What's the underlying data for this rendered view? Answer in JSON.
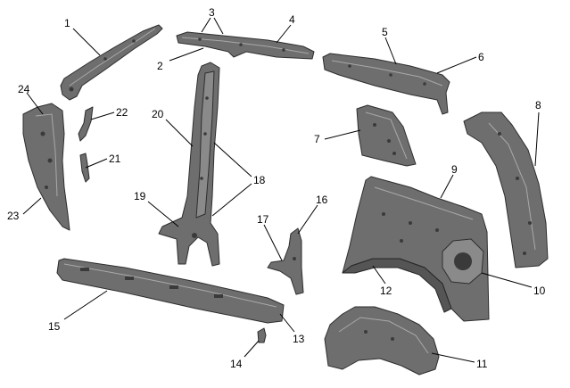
{
  "callouts": [
    {
      "id": "1",
      "label": "1"
    },
    {
      "id": "2",
      "label": "2"
    },
    {
      "id": "3",
      "label": "3"
    },
    {
      "id": "4",
      "label": "4"
    },
    {
      "id": "5",
      "label": "5"
    },
    {
      "id": "6",
      "label": "6"
    },
    {
      "id": "7",
      "label": "7"
    },
    {
      "id": "8",
      "label": "8"
    },
    {
      "id": "9",
      "label": "9"
    },
    {
      "id": "10",
      "label": "10"
    },
    {
      "id": "11",
      "label": "11"
    },
    {
      "id": "12",
      "label": "12"
    },
    {
      "id": "13",
      "label": "13"
    },
    {
      "id": "14",
      "label": "14"
    },
    {
      "id": "15",
      "label": "15"
    },
    {
      "id": "16",
      "label": "16"
    },
    {
      "id": "17",
      "label": "17"
    },
    {
      "id": "18",
      "label": "18"
    },
    {
      "id": "19",
      "label": "19"
    },
    {
      "id": "20",
      "label": "20"
    },
    {
      "id": "21",
      "label": "21"
    },
    {
      "id": "22",
      "label": "22"
    },
    {
      "id": "23",
      "label": "23"
    },
    {
      "id": "24",
      "label": "24"
    }
  ],
  "colors": {
    "part": "#6e6e6e",
    "part_light": "#8a8a8a",
    "part_dark": "#555555",
    "outline": "#2e2e2e",
    "leader": "#000000",
    "background": "#ffffff"
  }
}
